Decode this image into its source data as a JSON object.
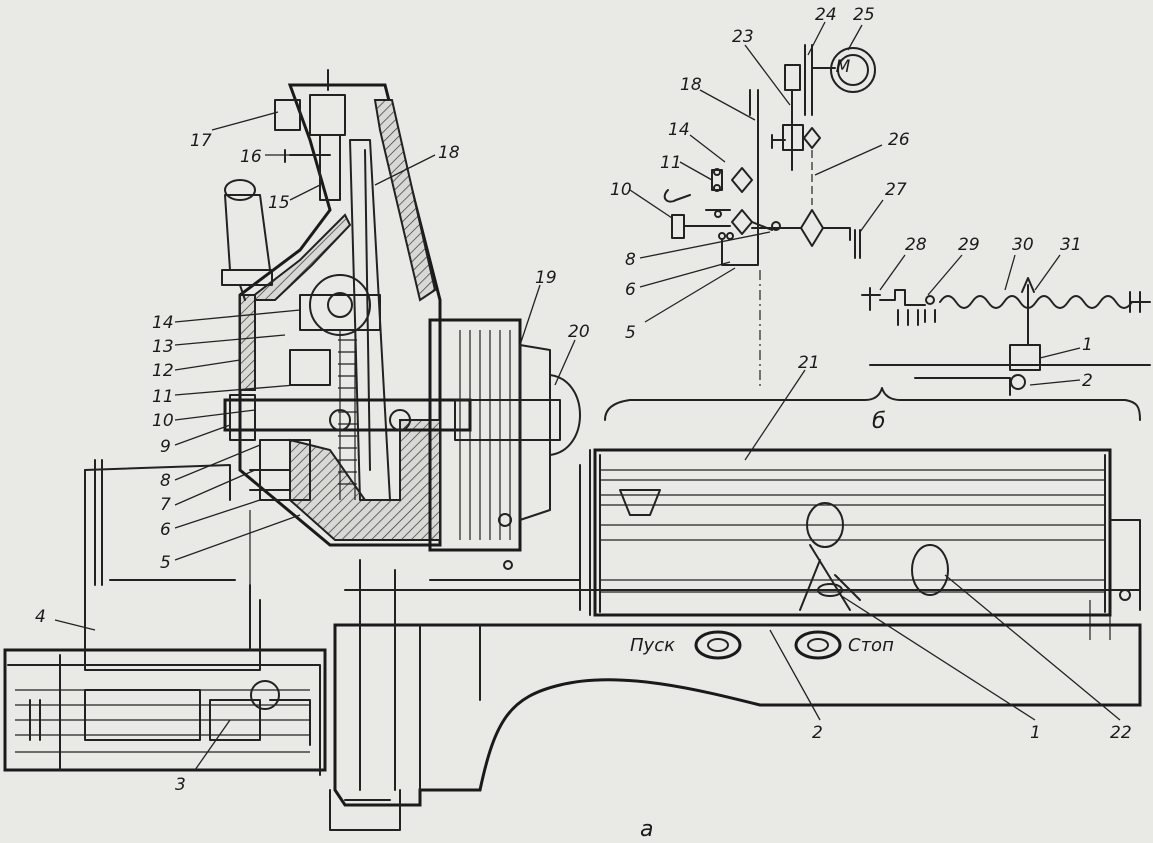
{
  "part_labels": {
    "left_column": [
      "17",
      "16",
      "15",
      "14",
      "13",
      "12",
      "11",
      "10",
      "9",
      "8",
      "7",
      "6",
      "5",
      "4",
      "3"
    ],
    "top_assembly": [
      "18",
      "19",
      "20",
      "21",
      "22"
    ],
    "bottom": [
      "2",
      "1"
    ],
    "scheme_b": [
      "23",
      "24",
      "25",
      "18",
      "14",
      "11",
      "10",
      "26",
      "27",
      "8",
      "6",
      "5",
      "28",
      "29",
      "30",
      "31",
      "1",
      "2"
    ]
  },
  "controls": {
    "start": "Пуск",
    "stop": "Стоп"
  },
  "motor_symbol": "M",
  "sub_labels": {
    "a": "а",
    "b": "б"
  }
}
